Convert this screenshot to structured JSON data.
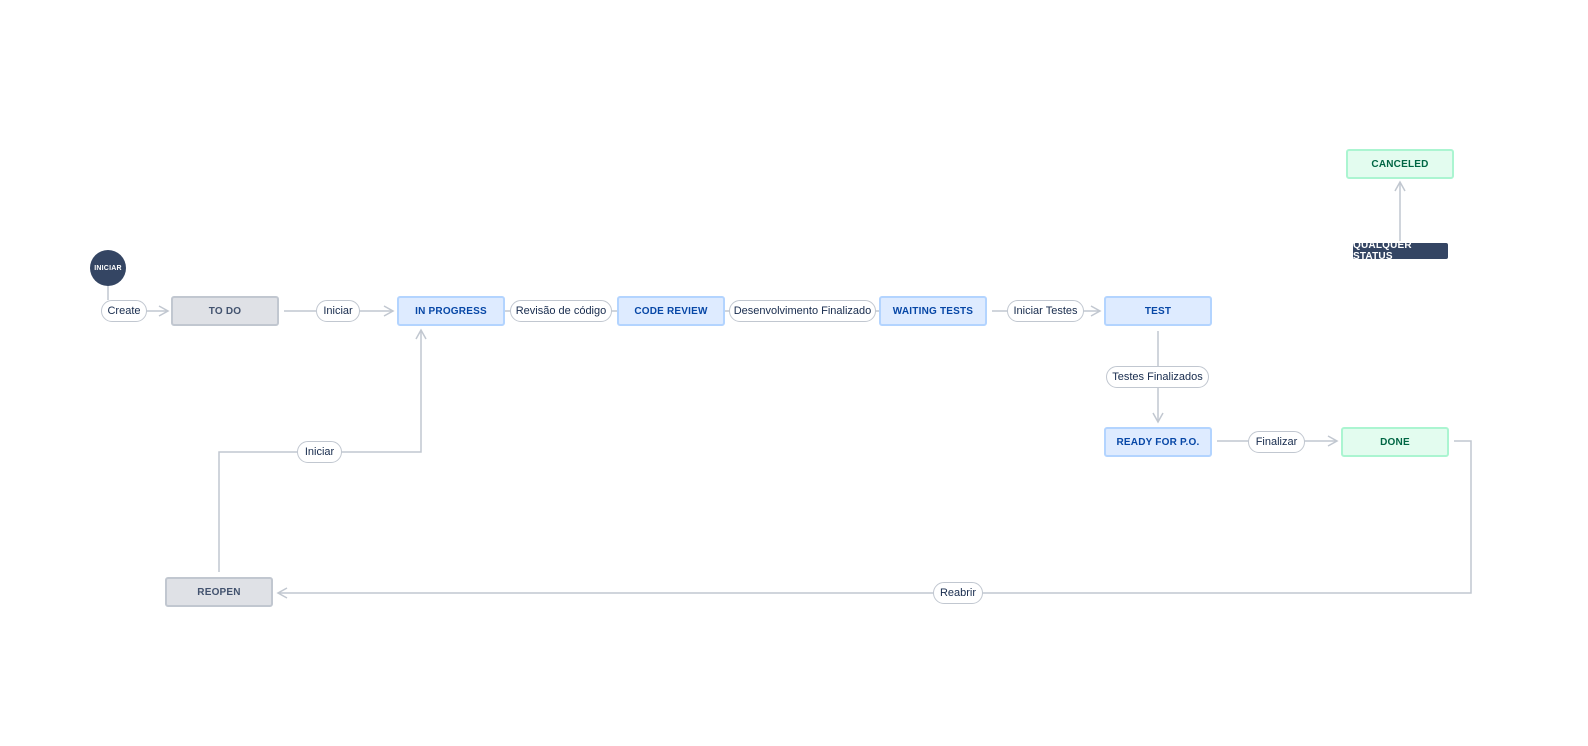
{
  "start": {
    "label": "INICIAR"
  },
  "any_status": {
    "label": "QUALQUER STATUS"
  },
  "statuses": {
    "todo": "TO DO",
    "in_progress": "IN PROGRESS",
    "code_review": "CODE REVIEW",
    "waiting_tests": "WAITING TESTS",
    "test": "TEST",
    "ready_for_po": "READY FOR P.O.",
    "done": "DONE",
    "canceled": "CANCELED",
    "reopen": "REOPEN"
  },
  "transitions": {
    "create": "Create",
    "iniciar": "Iniciar",
    "revisao": "Revisão de código",
    "dev_finalizado": "Desenvolvimento Finalizado",
    "iniciar_testes": "Iniciar Testes",
    "testes_finalizados": "Testes Finalizados",
    "finalizar": "Finalizar",
    "reabrir": "Reabrir",
    "iniciar_reopen": "Iniciar"
  },
  "colors": {
    "todo_category": "#dfe1e6",
    "in_progress_category": "#deebff",
    "done_category": "#e3fcef",
    "start_node": "#344563",
    "connector": "#c1c7d0"
  }
}
